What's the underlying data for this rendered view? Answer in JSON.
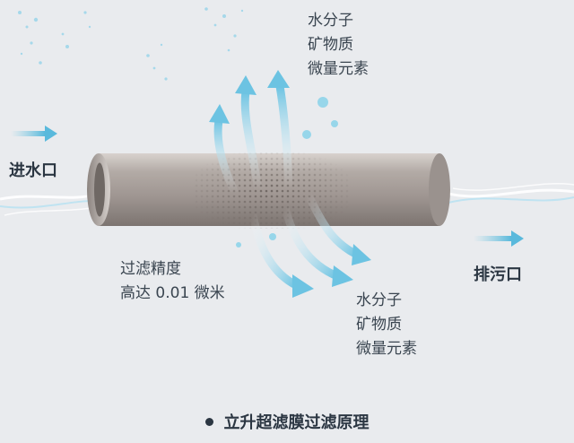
{
  "labels": {
    "top_right": [
      "水分子",
      "矿物质",
      "微量元素"
    ],
    "bottom_right": [
      "水分子",
      "矿物质",
      "微量元素"
    ],
    "precision": [
      "过滤精度",
      "高达 0.01 微米"
    ],
    "inlet": "进水口",
    "outlet": "排污口"
  },
  "caption": "立升超滤膜过滤原理",
  "colors": {
    "background": "#e9ebee",
    "tube_body": "#a79f9b",
    "arrow_blue": "#7ecbe3",
    "bubble": "#8fd4ea",
    "text": "#2f3a45"
  }
}
